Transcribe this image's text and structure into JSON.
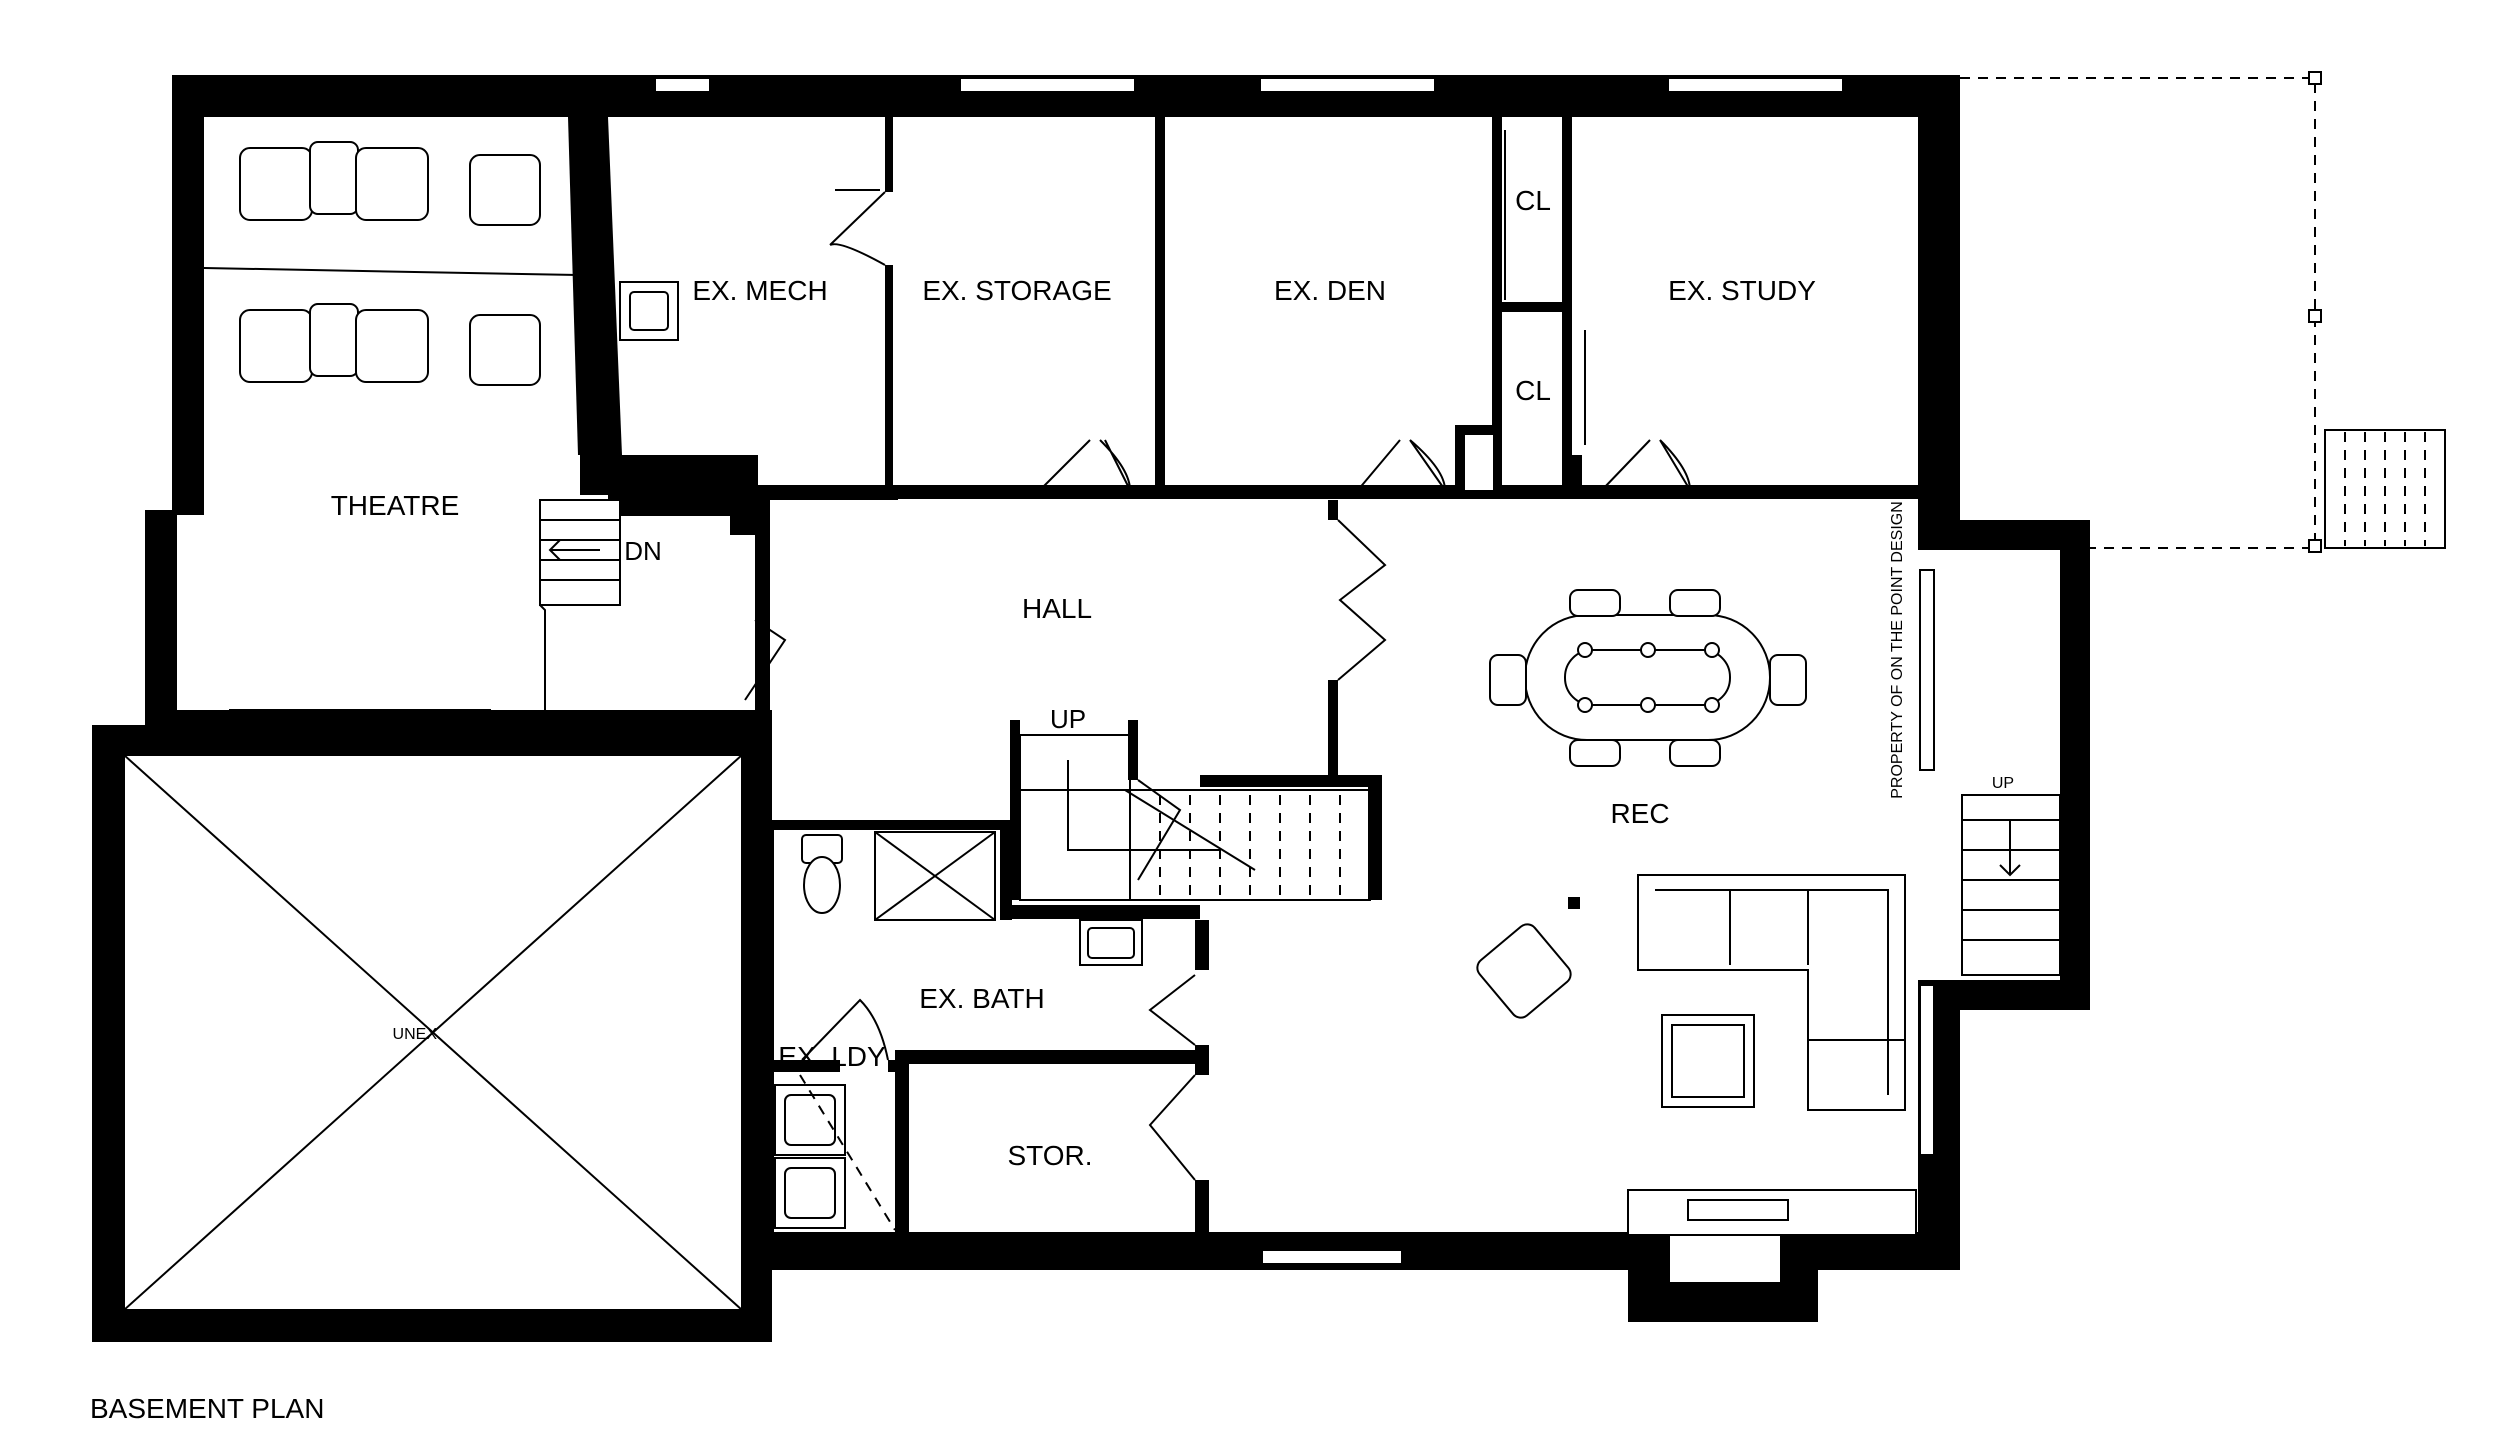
{
  "plan": {
    "caption": "BASEMENT PLAN",
    "credit": "PROPERTY OF ON THE POINT DESIGN",
    "rooms": {
      "theatre": "THEATRE",
      "mech": "EX. MECH",
      "storage": "EX. STORAGE",
      "den": "EX. DEN",
      "closet_upper": "CL",
      "closet_lower": "CL",
      "study": "EX. STUDY",
      "hall": "HALL",
      "rec": "REC",
      "bath": "EX. BATH",
      "laundry": "EX. LDY",
      "stor": "STOR.",
      "unex": "UNEX."
    },
    "stairs": {
      "dn": "DN",
      "up_center": "UP",
      "up_right": "UP"
    }
  }
}
